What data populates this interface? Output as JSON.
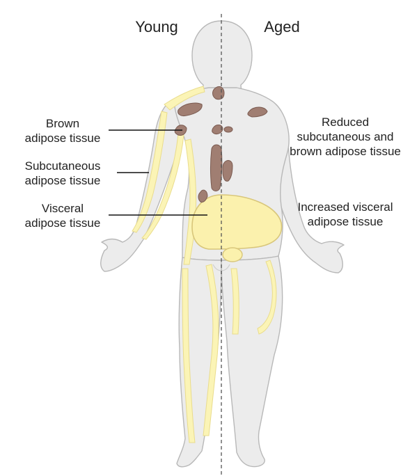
{
  "headings": {
    "left": "Young",
    "right": "Aged"
  },
  "left_labels": {
    "brown": [
      "Brown",
      "adipose tissue"
    ],
    "subcutaneous": [
      "Subcutaneous",
      "adipose tissue"
    ],
    "visceral": [
      "Visceral",
      "adipose tissue"
    ]
  },
  "right_labels": {
    "reduced": [
      "Reduced",
      "subcutaneous and",
      "brown adipose tissue"
    ],
    "increased": [
      "Increased visceral",
      "adipose tissue"
    ]
  },
  "colors": {
    "skin": "#ececec",
    "outline": "#b8b8b8",
    "subcutaneous_fat": "#fbf4b6",
    "subcutaneous_fat_outline": "#e9dc8c",
    "visceral_fat": "#fbf1ad",
    "visceral_fat_outline": "#d8c67a",
    "brown_fat": "#a07e72",
    "brown_fat_outline": "#7a5a50",
    "divider": "#555555",
    "leader_line": "#111111",
    "text": "#222222"
  }
}
